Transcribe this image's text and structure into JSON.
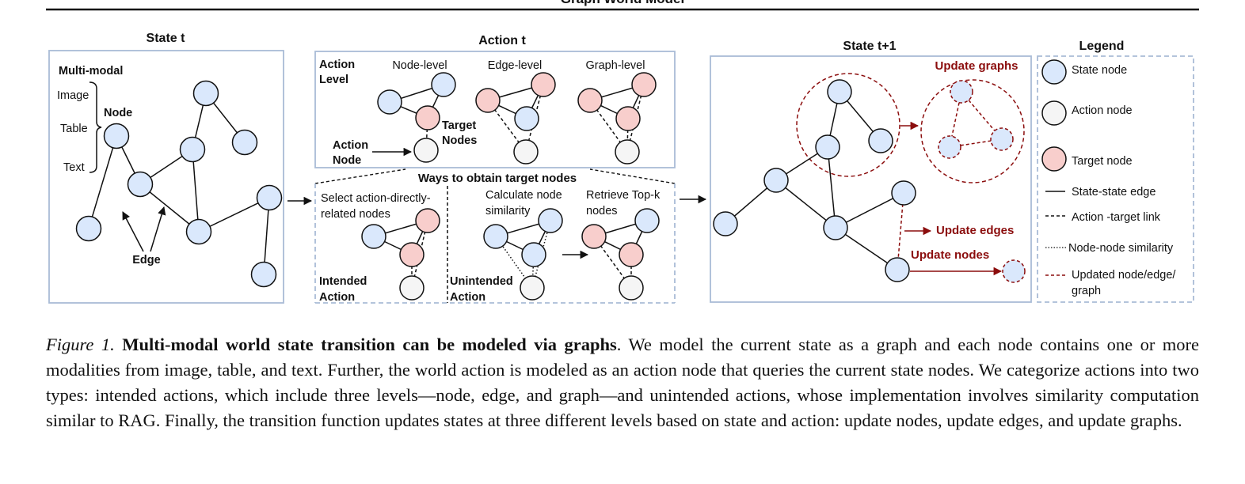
{
  "figure": {
    "header_title": "Graph World Model",
    "panels": {
      "state_t": "State t",
      "action_t": "Action t",
      "state_t1": "State t+1",
      "legend": "Legend"
    },
    "state_t": {
      "multimodal": "Multi-modal",
      "modalities": [
        "Image",
        "Table",
        "Text"
      ],
      "node_label": "Node",
      "edge_label": "Edge"
    },
    "action_top": {
      "action_level_line1": "Action",
      "action_level_line2": "Level",
      "node_level": "Node-level",
      "edge_level": "Edge-level",
      "graph_level": "Graph-level",
      "target_nodes_line1": "Target",
      "target_nodes_line2": "Nodes",
      "action_node_line1": "Action",
      "action_node_line2": "Node"
    },
    "ways": {
      "title": "Ways to obtain target nodes",
      "select_line1": "Select action-directly-",
      "select_line2": "related nodes",
      "calc_line1": "Calculate node",
      "calc_line2": "similarity",
      "retrieve_line1": "Retrieve Top-k",
      "retrieve_line2": "nodes",
      "intended_line1": "Intended",
      "intended_line2": "Action",
      "unintended_line1": "Unintended",
      "unintended_line2": "Action"
    },
    "state_t1": {
      "update_graphs": "Update graphs",
      "update_edges": "Update edges",
      "update_nodes": "Update nodes"
    },
    "legend": {
      "state_node": "State node",
      "action_node": "Action node",
      "target_node": "Target node",
      "state_edge": "State-state edge",
      "action_link": "Action -target link",
      "similarity": "Node-node similarity",
      "updated_line1": "Updated node/edge/",
      "updated_line2": "graph"
    },
    "colors": {
      "state_node_fill": "#dae8fc",
      "action_node_fill": "#f5f5f5",
      "target_node_fill": "#f8cecc",
      "panel_border": "#a9bcd6",
      "update_red": "#8b0d0d"
    }
  },
  "caption": {
    "figure_label": "Figure 1.",
    "title": "Multi-modal world state transition can be modeled via graphs",
    "body": ". We model the current state as a graph and each node contains one or more modalities from image, table, and text. Further, the world action is modeled as an action node that queries the current state nodes. We categorize actions into two types: intended actions, which include three levels—node, edge, and graph—and unintended actions, whose implementation involves similarity computation similar to RAG. Finally, the transition function updates states at three different levels based on state and action: update nodes, update edges, and update graphs."
  }
}
